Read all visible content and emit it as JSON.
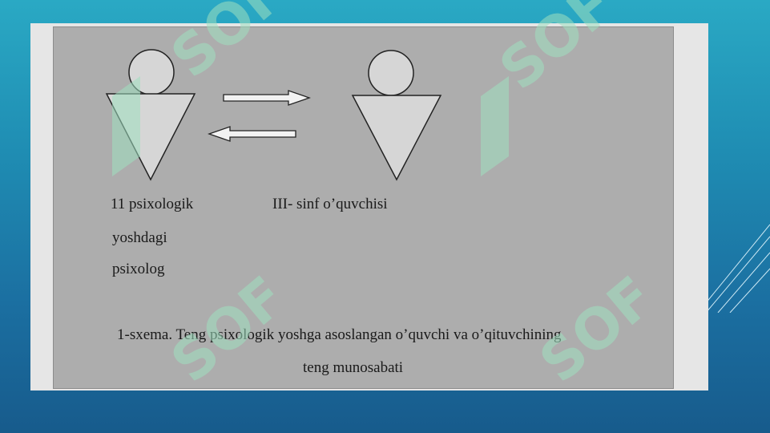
{
  "diagram": {
    "left_figure_label_lines": [
      "11 psixologik",
      "yoshdagi",
      "psixolog"
    ],
    "right_figure_label": "III- sinf o’quvchisi",
    "caption_line1": "1-sxema. Teng psixologik yoshga asoslangan o’quvchi va o’qituvchining",
    "caption_line2": "teng munosabati"
  },
  "watermark": {
    "text": "SOF"
  },
  "colors": {
    "panel": "#adadad",
    "figure_fill": "#d6d6d6",
    "stroke": "#222222",
    "watermark": "#9fe0c0"
  }
}
